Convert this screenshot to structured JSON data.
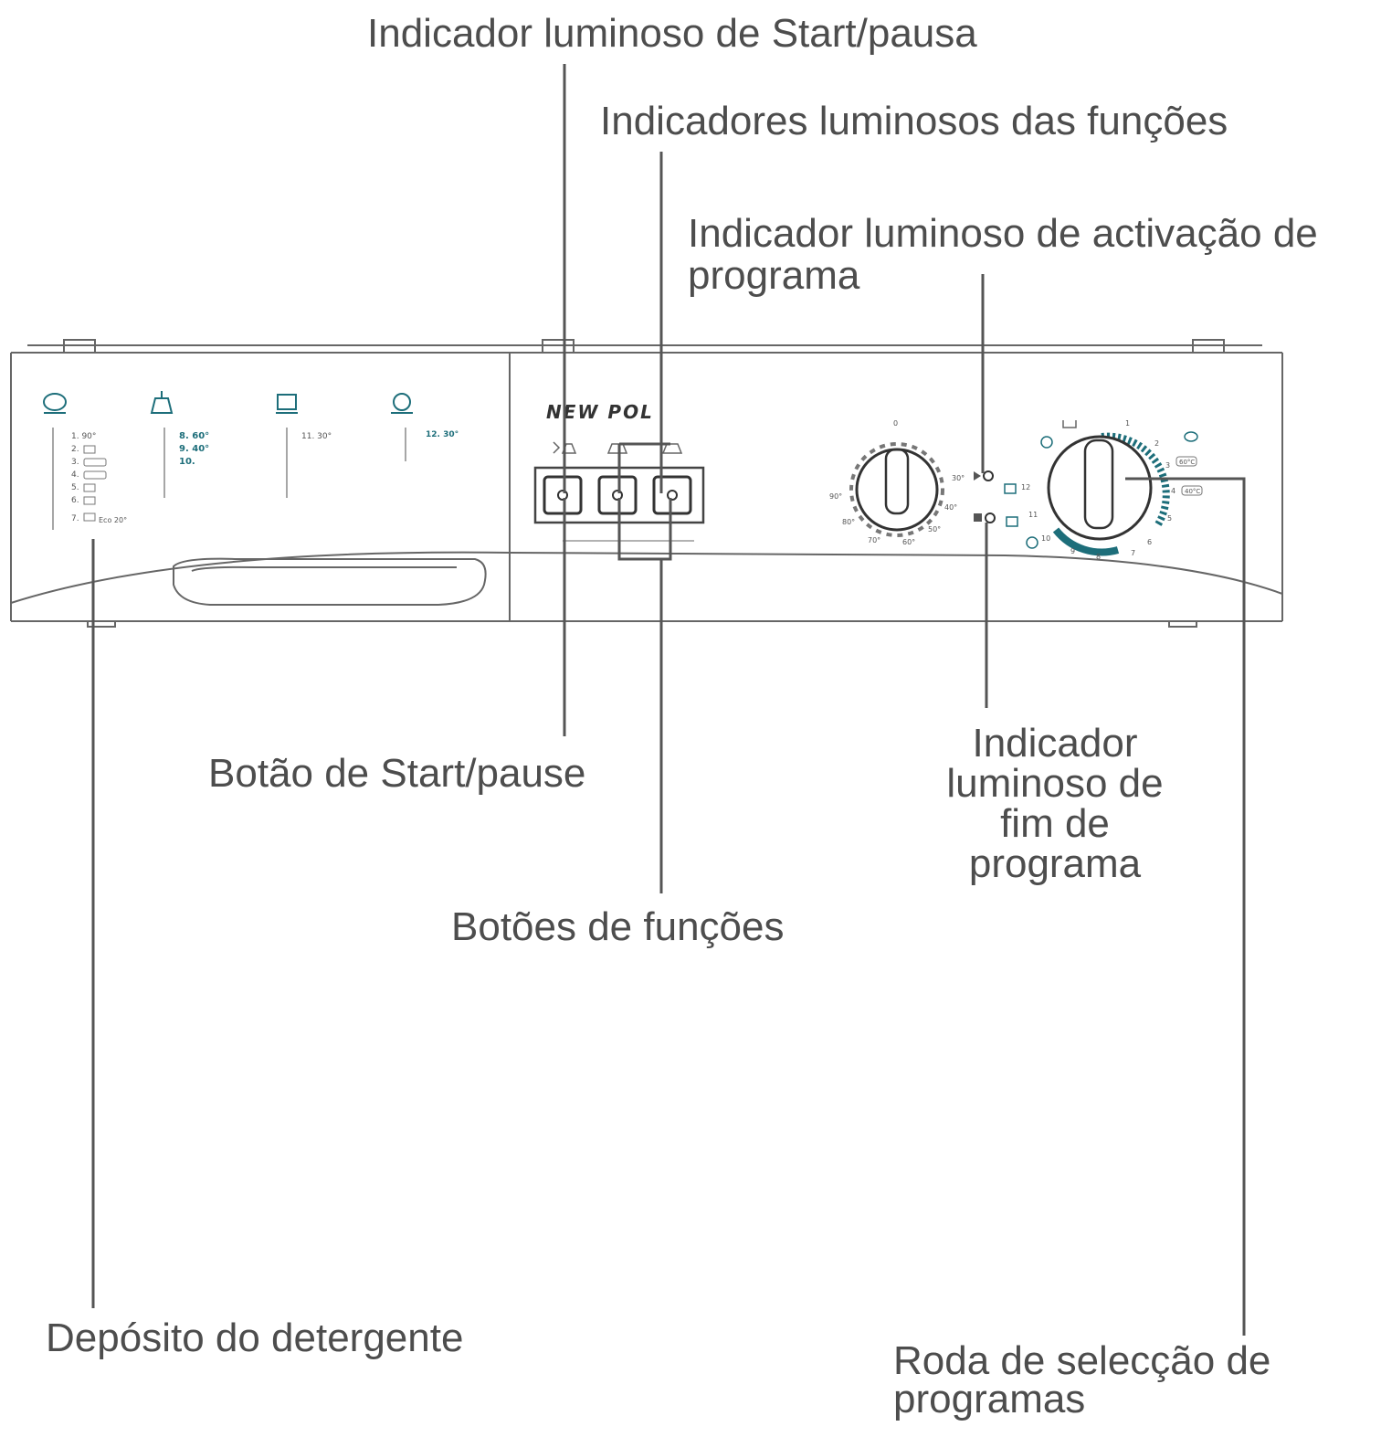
{
  "labels": {
    "start_pause_indicator": "Indicador luminoso de Start/pausa",
    "function_indicators": "Indicadores luminosos das funções",
    "program_activation_indicator_line1": "Indicador luminoso de activação de",
    "program_activation_indicator_line2": "programa",
    "start_pause_button": "Botão de Start/pause",
    "function_buttons": "Botões de funções",
    "end_indicator_line1": "Indicador",
    "end_indicator_line2": "luminoso de",
    "end_indicator_line3": "fim de",
    "end_indicator_line4": "programa",
    "detergent_drawer": "Depósito do detergente",
    "program_wheel_line1": "Roda de selecção de",
    "program_wheel_line2": "programas"
  },
  "panel": {
    "brand": "NEW POL",
    "program_list": [
      "1. 90°",
      "2.",
      "3.",
      "4.",
      "5.",
      "6.",
      "7.",
      "Eco 20°"
    ],
    "program_list_col2": [
      "8. 60°",
      "9. 40°",
      "10."
    ],
    "program_col3": "11. 30°",
    "program_col4": "12. 30°",
    "temp_dial_marks": [
      "0",
      "30°",
      "40°",
      "50°",
      "60°",
      "70°",
      "80°",
      "90°"
    ],
    "temp_dial_left": "90°",
    "program_dial_marks": [
      "1",
      "2",
      "3",
      "4",
      "5",
      "6",
      "7",
      "8",
      "9",
      "10",
      "11",
      "12"
    ],
    "program_temp_badges": [
      "60°C",
      "40°C"
    ]
  },
  "colors": {
    "line": "#555555",
    "accent": "#1d6e7a"
  }
}
